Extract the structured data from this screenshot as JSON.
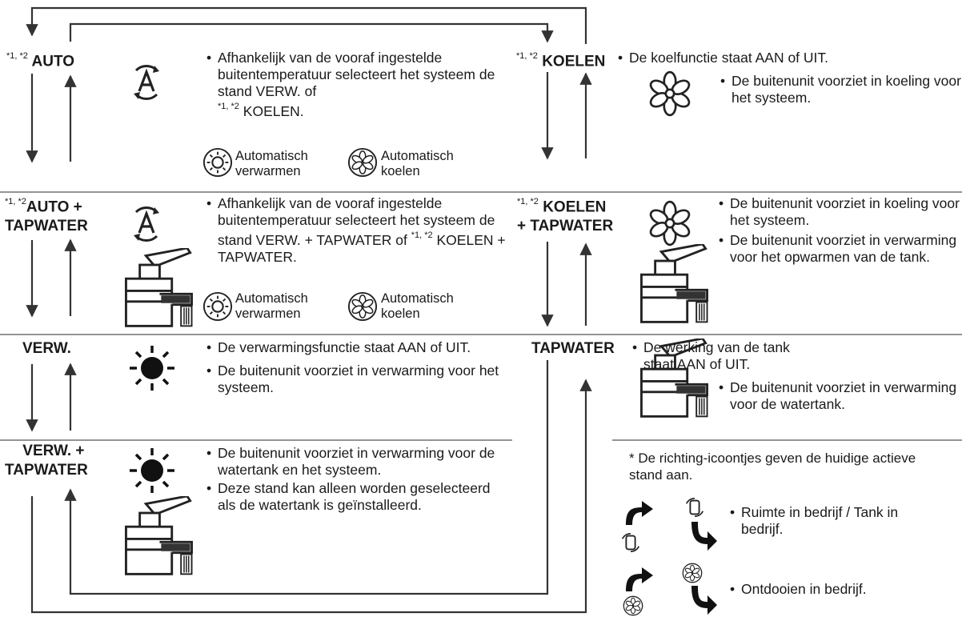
{
  "modes": {
    "auto": {
      "marks": "*1, *2",
      "name": "AUTO"
    },
    "auto_tap": {
      "marks": "*1, *2",
      "line1": "AUTO +",
      "line2": "TAPWATER"
    },
    "verw": {
      "name": "VERW."
    },
    "verw_tap": {
      "line1": "VERW. +",
      "line2": "TAPWATER"
    },
    "koelen": {
      "marks": "*1, *2",
      "name": "KOELEN"
    },
    "koelen_tap": {
      "marks": "*1, *2",
      "line1": "KOELEN",
      "line2": "+ TAPWATER"
    },
    "tapwater": {
      "name": "TAPWATER"
    }
  },
  "descriptions": {
    "auto": {
      "text_a": "Afhankelijk van de vooraf ingestelde buitentemperatuur selecteert het systeem de stand VERW. of",
      "marks": "*1, *2",
      "text_b": "KOELEN.",
      "sub_heat_1": "Automatisch",
      "sub_heat_2": "verwarmen",
      "sub_cool_1": "Automatisch",
      "sub_cool_2": "koelen"
    },
    "auto_tap": {
      "text_a": "Afhankelijk van de vooraf ingestelde buitentemperatuur selecteert het systeem de stand VERW. + TAPWATER of",
      "marks": "*1, *2",
      "text_b": "KOELEN + TAPWATER.",
      "sub_heat_1": "Automatisch",
      "sub_heat_2": "verwarmen",
      "sub_cool_1": "Automatisch",
      "sub_cool_2": "koelen"
    },
    "verw": {
      "b1": "De verwarmingsfunctie staat AAN of UIT.",
      "b2": "De buitenunit voorziet in verwarming voor het systeem."
    },
    "verw_tap": {
      "b1": "De buitenunit voorziet in verwarming voor de watertank en het systeem.",
      "b2": "Deze stand kan alleen worden geselecteerd als de watertank is geïnstalleerd."
    },
    "koelen": {
      "b1": "De koelfunctie staat AAN of UIT.",
      "b2": "De buitenunit voorziet in koeling voor het systeem."
    },
    "koelen_tap": {
      "b1": "De buitenunit voorziet in koeling voor het systeem.",
      "b2": "De buitenunit voorziet in verwarming voor het opwarmen van de tank."
    },
    "tapwater": {
      "b1": "De werking van de tank staat AAN of UIT.",
      "b2": "De buitenunit voorziet in verwarming voor de watertank."
    }
  },
  "notes": {
    "direction": "* De richting-icoontjes geven de huidige actieve stand aan.",
    "space_tank": "Ruimte in bedrijf / Tank in bedrijf.",
    "defrost": "Ontdooien in bedrijf."
  },
  "icons": {
    "auto": "auto-mode-icon",
    "sun": "sun-heat-icon",
    "snowflake": "snowflake-cool-icon",
    "tap": "water-tap-icon",
    "direction": "direction-arrow-icon"
  }
}
